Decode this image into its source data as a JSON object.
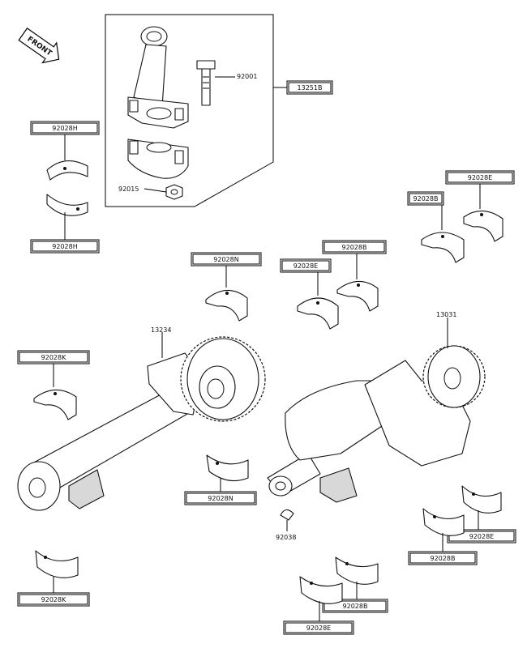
{
  "front_badge": {
    "text": "FRONT"
  },
  "callouts": {
    "c13251B": "13251B",
    "c92001": "92001",
    "c92015": "92015",
    "c92028H_top": "92028H",
    "c92028H_bot": "92028H",
    "c92028E_r1": "92028E",
    "c92028B_r1": "92028B",
    "c92028N_top": "92028N",
    "c92028B_mid": "92028B",
    "c92028E_mid": "92028E",
    "c13234": "13234",
    "c13031": "13031",
    "c92028K_left": "92028K",
    "c92028N_bot": "92028N",
    "c92038": "92038",
    "c92028E_br": "92028E",
    "c92028B_br": "92028B",
    "c92028K_bot": "92028K",
    "c92028B_bc": "92028B",
    "c92028E_bc": "92028E"
  },
  "colors": {
    "line": "#000000",
    "paper": "#ffffff"
  }
}
